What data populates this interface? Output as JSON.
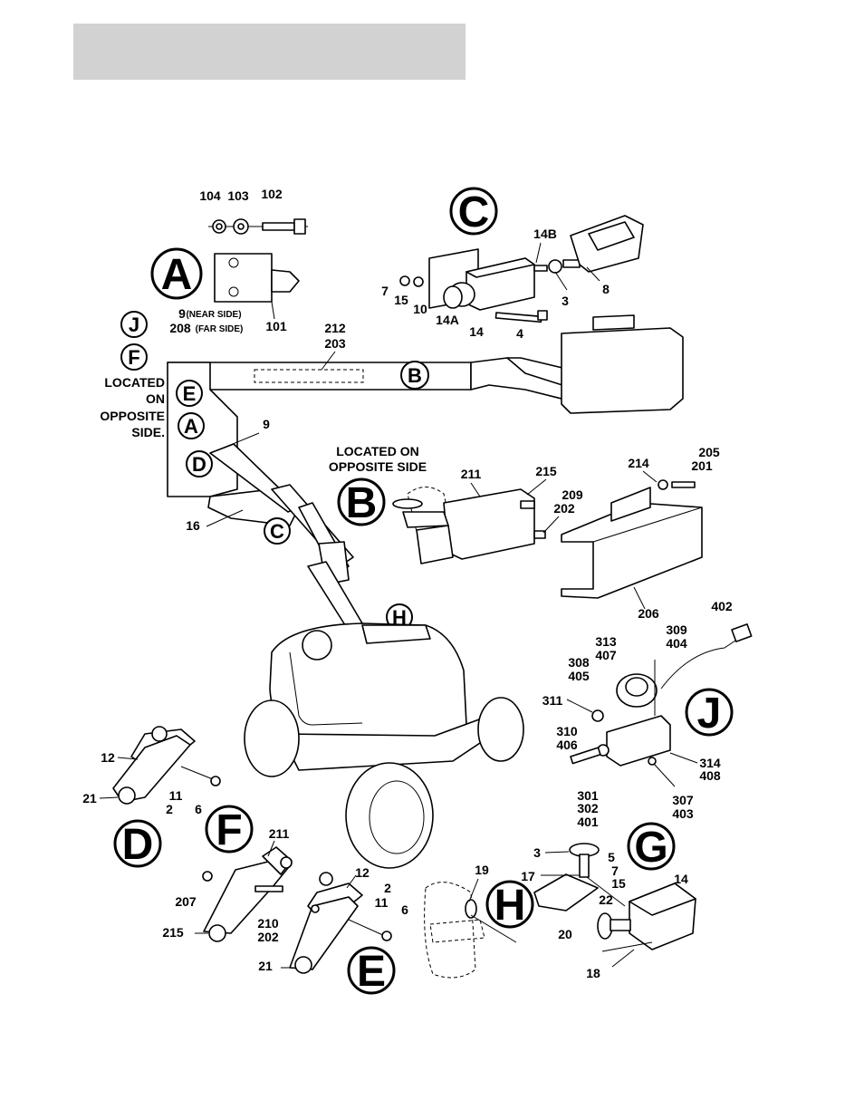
{
  "header": {
    "title": ""
  },
  "callouts_large": {
    "A": "A",
    "C": "C",
    "B": "B",
    "J": "J",
    "D": "D",
    "F": "F",
    "H": "H",
    "G": "G",
    "E": "E"
  },
  "callouts_small": {
    "J": "J",
    "F": "F",
    "E": "E",
    "A": "A",
    "D": "D",
    "B": "B",
    "C": "C",
    "H": "H",
    "G": "G"
  },
  "notes": {
    "near_side": "(NEAR SIDE)",
    "far_side": "(FAR SIDE)",
    "located_on_opposite_side_1": "LOCATED",
    "located_on_opposite_side_2": "ON",
    "located_on_opposite_side_3": "OPPOSITE",
    "located_on_opposite_side_4": "SIDE.",
    "located_b_1": "LOCATED ON",
    "located_b_2": "OPPOSITE SIDE"
  },
  "labels": {
    "p104": "104",
    "p103": "103",
    "p102": "102",
    "p101": "101",
    "p14B": "14B",
    "p7": "7",
    "p15": "15",
    "p10": "10",
    "p14A": "14A",
    "p14": "14",
    "p4": "4",
    "p3": "3",
    "p8": "8",
    "p9a": "9",
    "p208": "208",
    "p212": "212",
    "p203": "203",
    "p9b": "9",
    "p16": "16",
    "p211": "211",
    "p215": "215",
    "p209": "209",
    "p202": "202",
    "p214": "214",
    "p205": "205",
    "p201": "201",
    "p206": "206",
    "p402": "402",
    "p309": "309",
    "p404": "404",
    "p313": "313",
    "p407": "407",
    "p308": "308",
    "p405": "405",
    "p311": "311",
    "p310": "310",
    "p406": "406",
    "p314": "314",
    "p408": "408",
    "p307": "307",
    "p403": "403",
    "p301": "301",
    "p302": "302",
    "p401": "401",
    "d12": "12",
    "d11": "11",
    "d21": "21",
    "d2": "2",
    "d6": "6",
    "f211": "211",
    "f207": "207",
    "f210": "210",
    "f202": "202",
    "f215": "215",
    "e12": "12",
    "e2": "2",
    "e11": "11",
    "e6": "6",
    "e21": "21",
    "h19": "19",
    "g3": "3",
    "g17": "17",
    "g5": "5",
    "g7": "7",
    "g15": "15",
    "g14": "14",
    "g22": "22",
    "g20": "20",
    "g18": "18"
  }
}
